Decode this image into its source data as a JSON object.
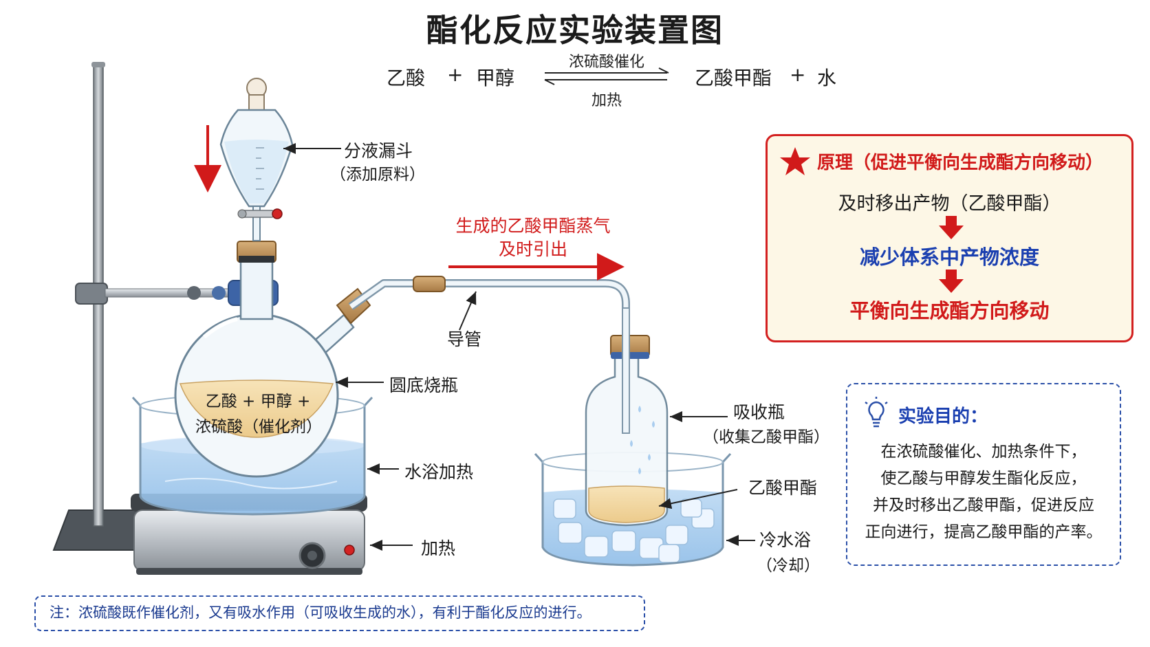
{
  "title": "酯化反应实验装置图",
  "equation": {
    "reactant1": "乙酸",
    "plus1": "+",
    "reactant2": "甲醇",
    "catalyst": "浓硫酸催化",
    "heat": "加热",
    "product1": "乙酸甲酯",
    "plus2": "+",
    "product2": "水"
  },
  "labels": {
    "funnel": "分液漏斗",
    "funnel_note": "（添加原料）",
    "flask": "圆底烧瓶",
    "flask_content_line1": "乙酸 + 甲醇 +",
    "flask_content_line2": "浓硫酸（催化剂）",
    "water_bath": "水浴加热",
    "heater": "加热",
    "tube": "导管",
    "vapor_line1": "生成的乙酸甲酯蒸气",
    "vapor_line2": "及时引出",
    "bottle": "吸收瓶",
    "bottle_note": "（收集乙酸甲酯）",
    "ester": "乙酸甲酯",
    "cold_bath": "冷水浴",
    "cold_bath_note": "（冷却）"
  },
  "principle": {
    "title": "原理（促进平衡向生成酯方向移动）",
    "step1": "及时移出产物（乙酸甲酯）",
    "step2": "减少体系中产物浓度",
    "step3": "平衡向生成酯方向移动"
  },
  "purpose": {
    "title": "实验目的：",
    "lines": [
      "在浓硫酸催化、加热条件下，",
      "使乙酸与甲醇发生酯化反应，",
      "并及时移出乙酸甲酯，促进反应",
      "正向进行，提高乙酸甲酯的产率。"
    ]
  },
  "note": "注：浓硫酸既作催化剂，又有吸水作用（可吸收生成的水），有利于酯化反应的进行。",
  "colors": {
    "red": "#d11a1a",
    "blue_text": "#1a3fb0",
    "dash_blue": "#2a4fa8",
    "liquid": "#f3d9a6",
    "water": "#a9cdef"
  }
}
